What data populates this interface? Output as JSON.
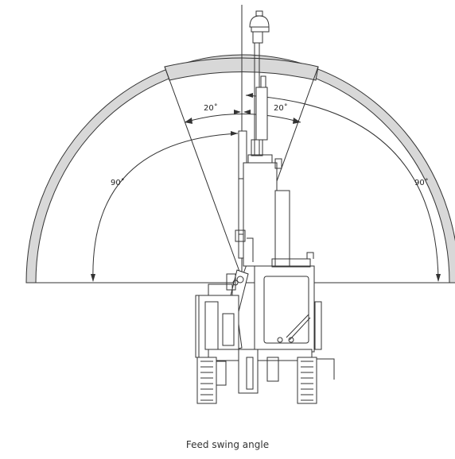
{
  "labels": {
    "left_swing": "20˚",
    "right_swing": "20˚",
    "left_range": "90˚",
    "right_range": "90˚"
  },
  "caption": "Feed swing angle",
  "colors": {
    "line": "#333333",
    "band_fill": "#d8d8d8"
  }
}
